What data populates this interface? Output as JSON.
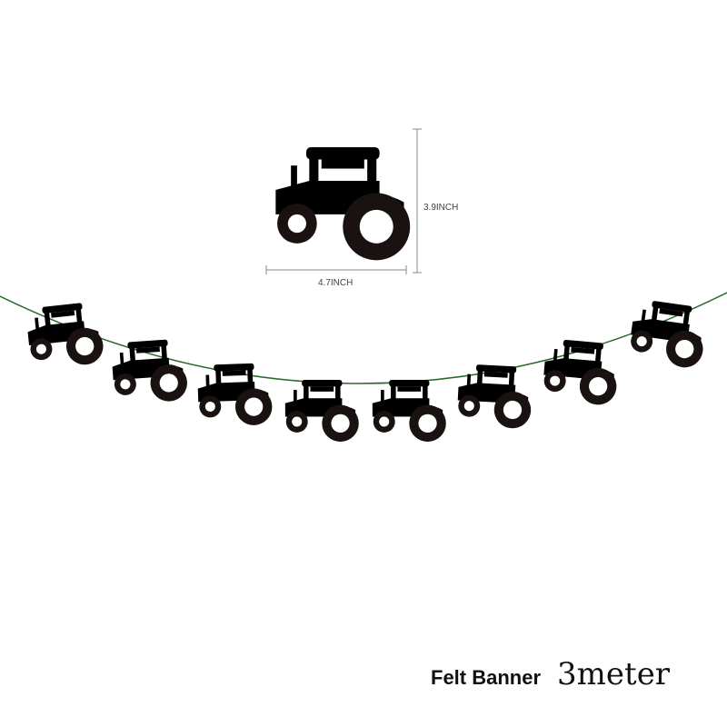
{
  "product": {
    "caption_label": "Felt Banner",
    "caption_length": "3meter"
  },
  "dimensions": {
    "height_label": "3.9INCH",
    "width_label": "4.7INCH"
  },
  "colors": {
    "green": "#1e7a23",
    "yellow": "#f2dd4e",
    "tire": "#1a1111",
    "string": "#2a6b2a"
  },
  "banner": {
    "pennant_colors": [
      "green",
      "yellow",
      "green",
      "yellow",
      "green",
      "yellow",
      "green",
      "yellow"
    ],
    "pennant_icon": "tractor-icon"
  }
}
